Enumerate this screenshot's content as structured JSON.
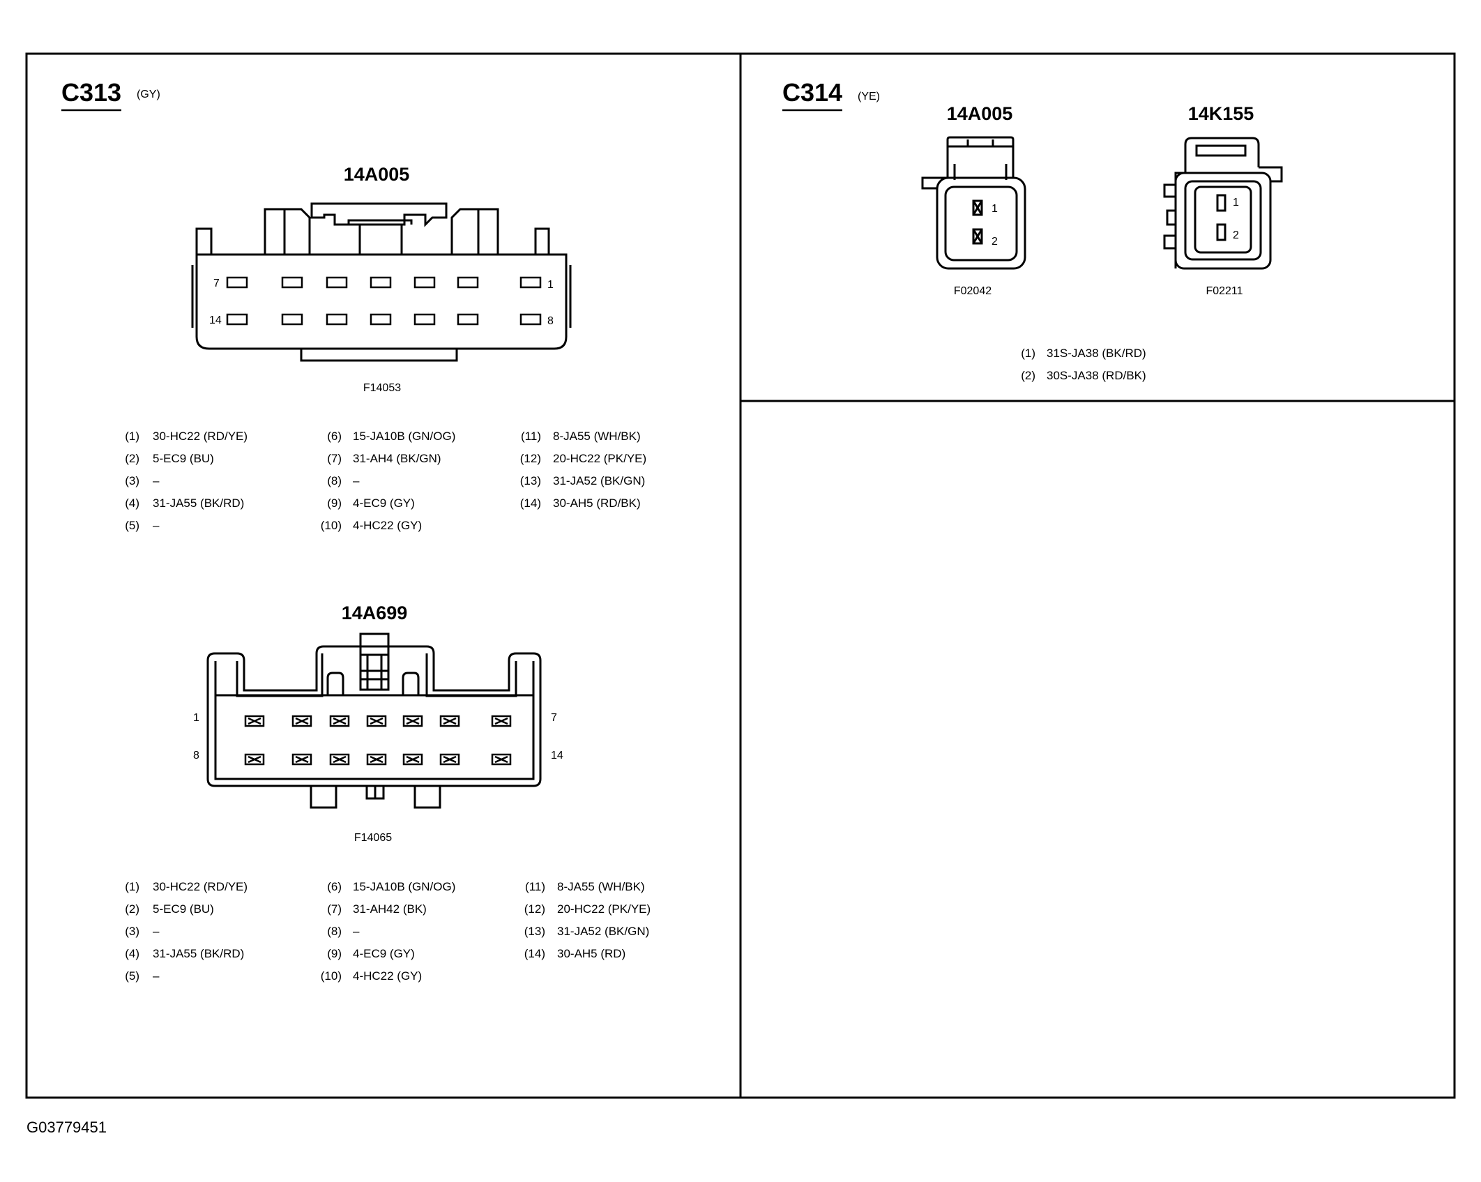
{
  "footer_code": "G03779451",
  "c313": {
    "title": "C313",
    "color": "(GY)",
    "part_a": {
      "label": "14A005",
      "figure": "F14053",
      "pin_top_left": "7",
      "pin_top_right": "1",
      "pin_bottom_left": "14",
      "pin_bottom_right": "8",
      "pins": [
        {
          "n": "(1)",
          "v": "30-HC22 (RD/YE)"
        },
        {
          "n": "(2)",
          "v": "5-EC9 (BU)"
        },
        {
          "n": "(3)",
          "v": "–"
        },
        {
          "n": "(4)",
          "v": "31-JA55 (BK/RD)"
        },
        {
          "n": "(5)",
          "v": "–"
        },
        {
          "n": "(6)",
          "v": "15-JA10B (GN/OG)"
        },
        {
          "n": "(7)",
          "v": "31-AH4 (BK/GN)"
        },
        {
          "n": "(8)",
          "v": "–"
        },
        {
          "n": "(9)",
          "v": "4-EC9 (GY)"
        },
        {
          "n": "(10)",
          "v": "4-HC22 (GY)"
        },
        {
          "n": "(11)",
          "v": "8-JA55 (WH/BK)"
        },
        {
          "n": "(12)",
          "v": "20-HC22 (PK/YE)"
        },
        {
          "n": "(13)",
          "v": "31-JA52 (BK/GN)"
        },
        {
          "n": "(14)",
          "v": "30-AH5 (RD/BK)"
        }
      ]
    },
    "part_b": {
      "label": "14A699",
      "figure": "F14065",
      "pin_top_left": "1",
      "pin_top_right": "7",
      "pin_bottom_left": "8",
      "pin_bottom_right": "14",
      "pins": [
        {
          "n": "(1)",
          "v": "30-HC22 (RD/YE)"
        },
        {
          "n": "(2)",
          "v": "5-EC9 (BU)"
        },
        {
          "n": "(3)",
          "v": "–"
        },
        {
          "n": "(4)",
          "v": "31-JA55 (BK/RD)"
        },
        {
          "n": "(5)",
          "v": "–"
        },
        {
          "n": "(6)",
          "v": "15-JA10B (GN/OG)"
        },
        {
          "n": "(7)",
          "v": "31-AH42 (BK)"
        },
        {
          "n": "(8)",
          "v": "–"
        },
        {
          "n": "(9)",
          "v": "4-EC9 (GY)"
        },
        {
          "n": "(10)",
          "v": "4-HC22 (GY)"
        },
        {
          "n": "(11)",
          "v": "8-JA55 (WH/BK)"
        },
        {
          "n": "(12)",
          "v": "20-HC22 (PK/YE)"
        },
        {
          "n": "(13)",
          "v": "31-JA52 (BK/GN)"
        },
        {
          "n": "(14)",
          "v": "30-AH5 (RD)"
        }
      ]
    }
  },
  "c314": {
    "title": "C314",
    "color": "(YE)",
    "part_a": {
      "label": "14A005",
      "figure": "F02042",
      "pin_1": "1",
      "pin_2": "2"
    },
    "part_b": {
      "label": "14K155",
      "figure": "F02211",
      "pin_1": "1",
      "pin_2": "2"
    },
    "pins": [
      {
        "n": "(1)",
        "v": "31S-JA38 (BK/RD)"
      },
      {
        "n": "(2)",
        "v": "30S-JA38 (RD/BK)"
      }
    ]
  }
}
